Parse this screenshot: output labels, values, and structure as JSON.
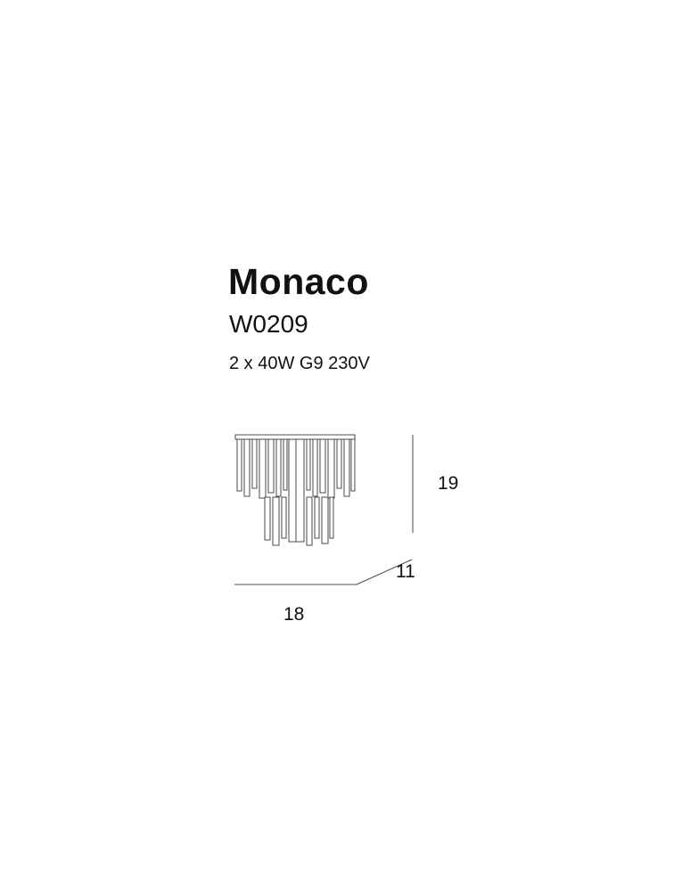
{
  "product": {
    "title": "Monaco",
    "model": "W0209",
    "spec": "2 x 40W G9 230V"
  },
  "dimensions": {
    "height": "19",
    "depth": "11",
    "width": "18"
  },
  "colors": {
    "line": "#4a4a4a",
    "text": "#111111",
    "background": "#ffffff"
  }
}
